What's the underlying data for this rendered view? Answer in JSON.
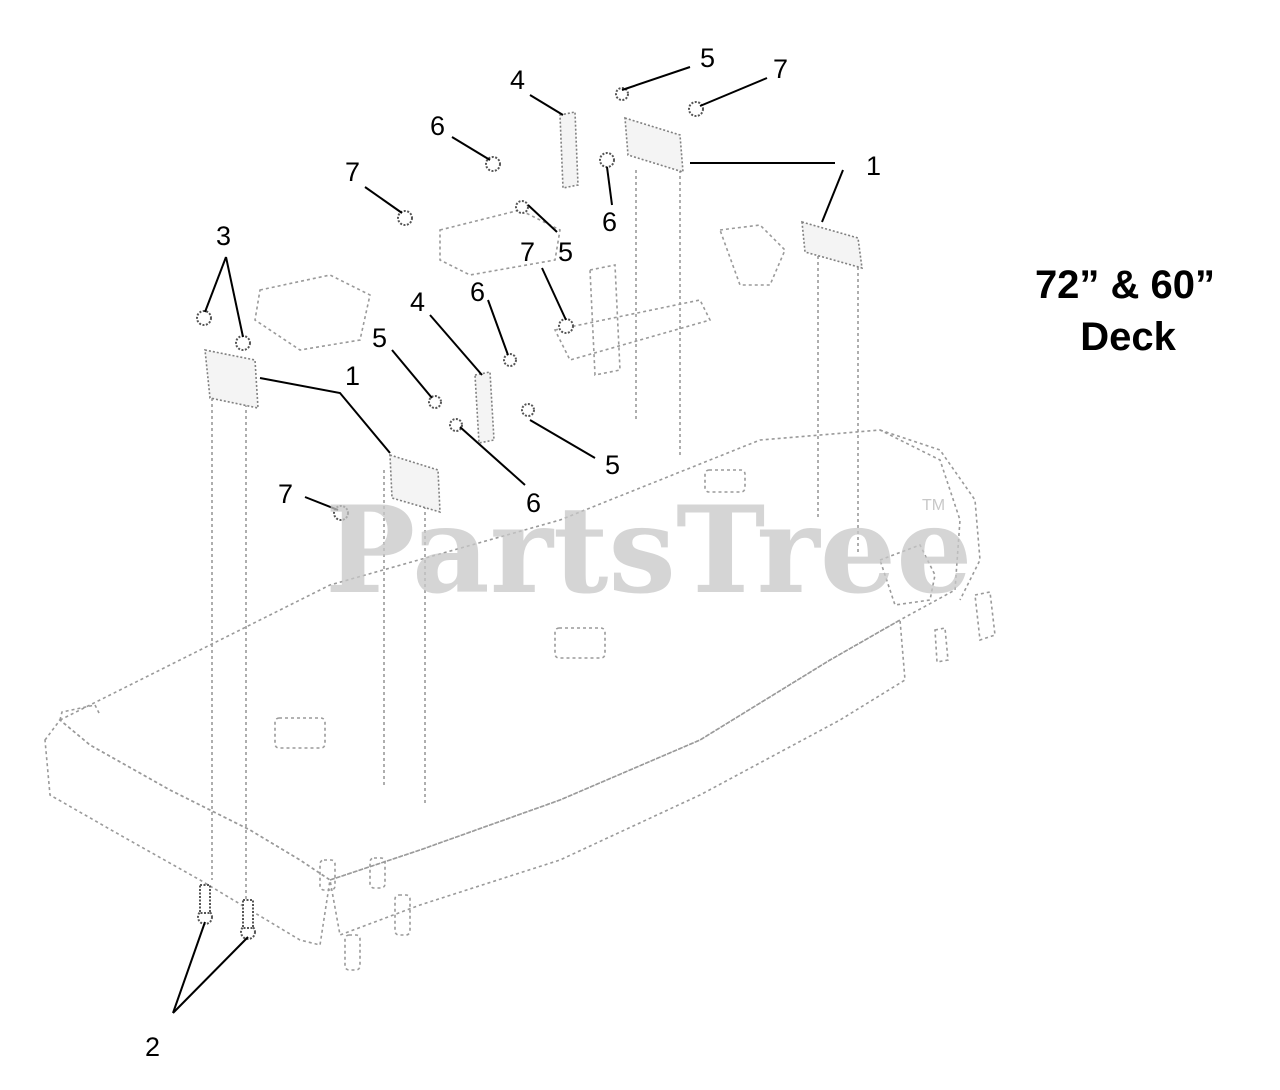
{
  "diagram": {
    "heading_line1": "72” & 60”",
    "heading_line2": "Deck",
    "watermark": "PartsTree",
    "watermark_tm": "TM",
    "callouts": [
      {
        "id": "c1a",
        "label": "1"
      },
      {
        "id": "c1b",
        "label": "1"
      },
      {
        "id": "c2",
        "label": "2"
      },
      {
        "id": "c3",
        "label": "3"
      },
      {
        "id": "c4a",
        "label": "4"
      },
      {
        "id": "c4b",
        "label": "4"
      },
      {
        "id": "c5a",
        "label": "5"
      },
      {
        "id": "c5b",
        "label": "5"
      },
      {
        "id": "c5c",
        "label": "5"
      },
      {
        "id": "c5d",
        "label": "5"
      },
      {
        "id": "c6a",
        "label": "6"
      },
      {
        "id": "c6b",
        "label": "6"
      },
      {
        "id": "c6c",
        "label": "6"
      },
      {
        "id": "c6d",
        "label": "6"
      },
      {
        "id": "c7a",
        "label": "7"
      },
      {
        "id": "c7b",
        "label": "7"
      },
      {
        "id": "c7c",
        "label": "7"
      },
      {
        "id": "c7d",
        "label": "7"
      }
    ]
  }
}
